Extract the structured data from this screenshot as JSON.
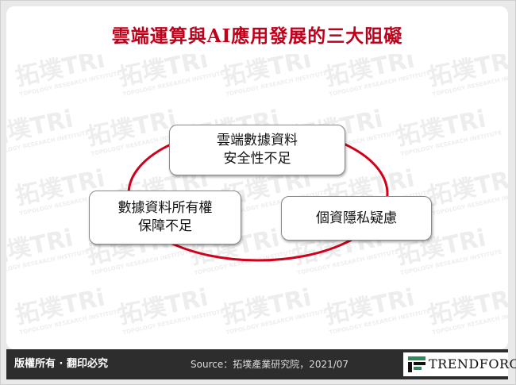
{
  "title": "雲端運算與AI應用發展的三大阻礙",
  "watermark": {
    "main": "拓墣TRi",
    "sub": "TOPOLOGY RESEARCH INSTITUTE"
  },
  "diagram": {
    "ring_color": "#d0021b",
    "nodes": [
      {
        "line1": "雲端數據資料",
        "line2": "安全性不足"
      },
      {
        "line1": "數據資料所有權",
        "line2": "保障不足"
      },
      {
        "line1": "個資隱私疑慮",
        "line2": ""
      }
    ]
  },
  "footer": {
    "copyright": "版權所有 · 翻印必究",
    "source": "Source：拓墣產業研究院，2021/07",
    "logo_text": "TRENDFORCE",
    "logo_color": "#2e8b57"
  },
  "colors": {
    "title": "#c0001b",
    "footer_bg": "#2d2d2d"
  }
}
